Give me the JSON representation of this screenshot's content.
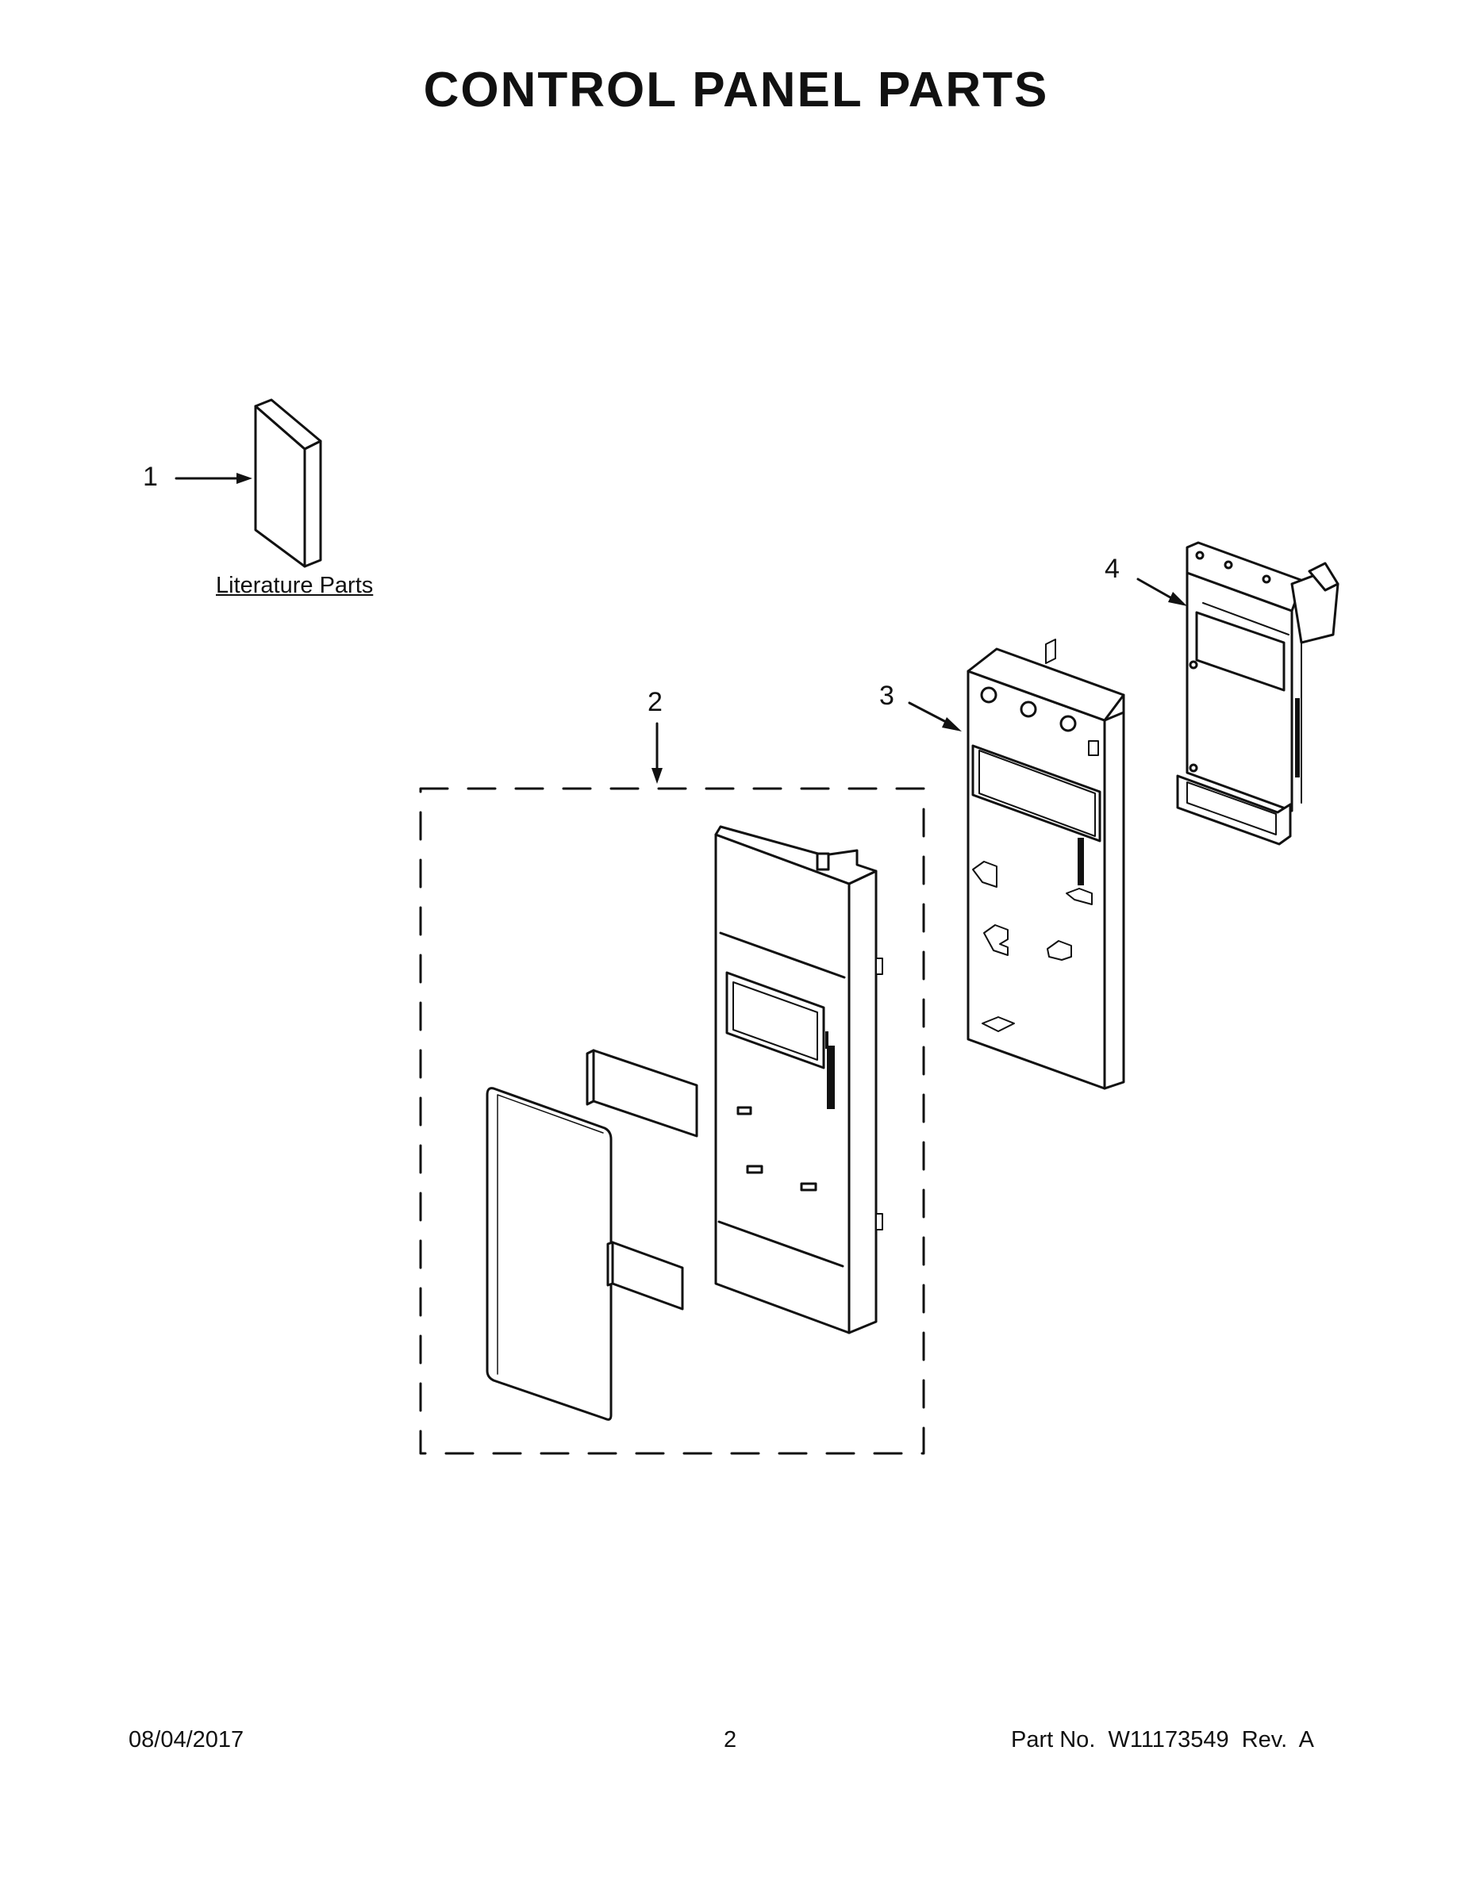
{
  "title": "CONTROL PANEL PARTS",
  "callouts": [
    "1",
    "2",
    "3",
    "4"
  ],
  "literature_label": "Literature Parts",
  "footer": {
    "date": "08/04/2017",
    "page": "2",
    "part_number": "Part No.  W11173549  Rev.  A"
  }
}
